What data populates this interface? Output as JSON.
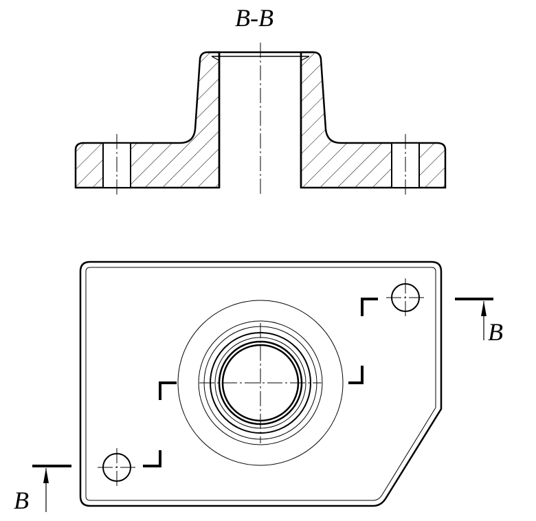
{
  "section_view": {
    "title": "B-B"
  },
  "plan_view": {
    "cutting_plane_label_right": "B",
    "cutting_plane_label_left": "B"
  }
}
